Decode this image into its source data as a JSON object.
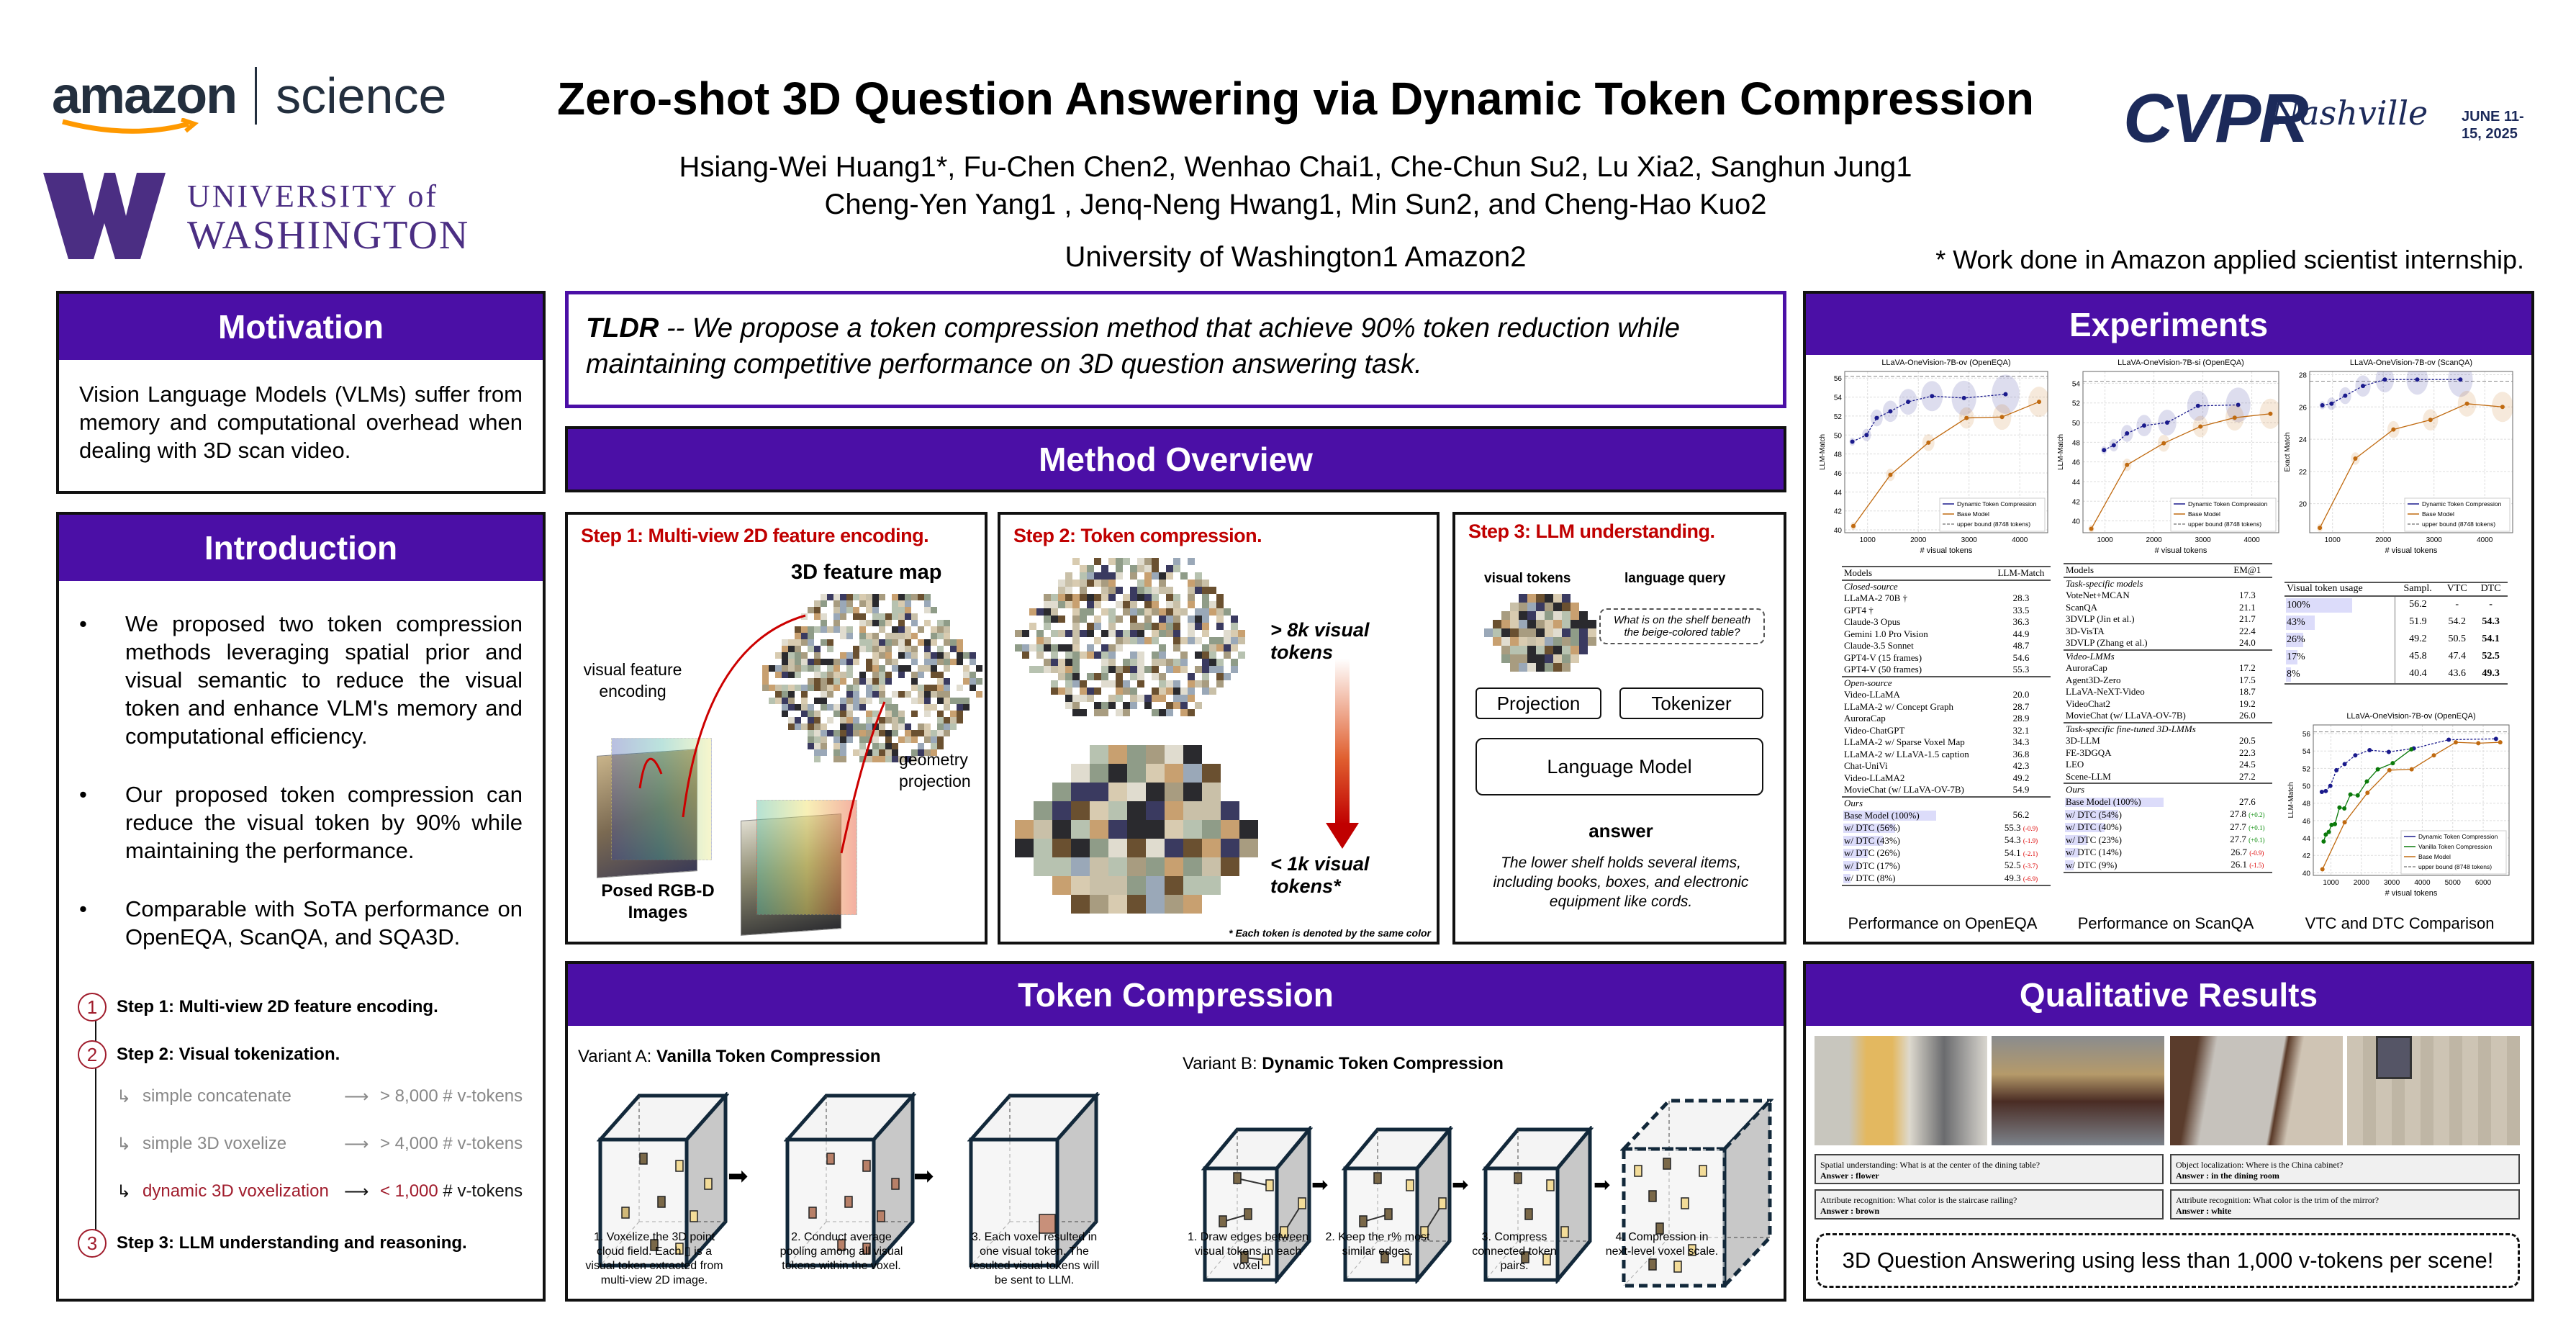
{
  "header": {
    "amazon_logo": "amazon",
    "science_logo": "science",
    "uw_logo_top": "UNIVERSITY of",
    "uw_logo_bottom": "WASHINGTON",
    "title": "Zero-shot 3D Question Answering via Dynamic Token Compression",
    "authors_line1": "Hsiang-Wei Huang1*, Fu-Chen Chen2, Wenhao Chai1, Che-Chun Su2, Lu Xia2, Sanghun Jung1",
    "authors_line2": "Cheng-Yen Yang1 , Jenq-Neng Hwang1, Min Sun2, and Cheng-Hao Kuo2",
    "affiliations": "University of Washington1 Amazon2",
    "footnote": "* Work done in Amazon applied scientist internship.",
    "cvpr_logo": "CVPR",
    "cvpr_city": "Nashville",
    "cvpr_dates": "JUNE 11-15, 2025"
  },
  "motivation": {
    "title": "Motivation",
    "text": "Vision Language Models (VLMs) suffer from memory and computational overhead when dealing with 3D scan video."
  },
  "introduction": {
    "title": "Introduction",
    "bullets": [
      "We proposed two token compression methods leveraging spatial prior and visual semantic to reduce the visual token and enhance VLM's memory and computational efficiency.",
      "Our proposed token compression can reduce the visual token by 90% while maintaining the performance.",
      "Comparable with SoTA performance on OpenEQA, ScanQA, and SQA3D."
    ],
    "steps": [
      {
        "num": "1",
        "label": "Step 1: Multi-view 2D feature encoding."
      },
      {
        "num": "2",
        "label": "Step 2: Visual tokenization."
      },
      {
        "num": "3",
        "label": "Step 3: LLM understanding and reasoning."
      }
    ],
    "substeps": [
      {
        "method": "simple concatenate",
        "count": "> 8,000",
        "unit": "# v-tokens"
      },
      {
        "method": "simple 3D voxelize",
        "count": "> 4,000",
        "unit": "# v-tokens"
      },
      {
        "method": "dynamic 3D voxelization",
        "count": "< 1,000",
        "unit": "# v-tokens"
      }
    ]
  },
  "tldr": {
    "label": "TLDR",
    "text": " -- We propose a token compression method that achieve 90% token reduction while maintaining competitive performance on 3D question answering task."
  },
  "method": {
    "title": "Method Overview",
    "step1": {
      "title": "Step 1: Multi-view 2D feature encoding.",
      "feature_map": "3D feature map",
      "encoding": "visual feature encoding",
      "projection": "geometry projection",
      "images": "Posed RGB-D Images"
    },
    "step2": {
      "title": "Step 2: Token compression.",
      "before": "> 8k visual tokens",
      "after": "< 1k visual tokens*",
      "note": "* Each token is denoted by the same color"
    },
    "step3": {
      "title": "Step 3: LLM understanding.",
      "visual_tokens": "visual tokens",
      "language_query": "language query",
      "query": "What is on the shelf beneath the beige-colored table?",
      "projection": "Projection",
      "tokenizer": "Tokenizer",
      "llm": "Language Model",
      "answer_label": "answer",
      "answer": "The lower shelf holds several items, including books, boxes, and electronic equipment like cords."
    }
  },
  "token_compression": {
    "title": "Token Compression",
    "variant_a": {
      "prefix": "Variant A: ",
      "name": "Vanilla Token Compression",
      "steps": [
        "1. Voxelize the 3D point cloud field. Each ▯ is a visual token extracted from multi-view 2D image.",
        "2. Conduct average pooling among all visual tokens within the voxel.",
        "3. Each voxel resulted in one visual token. The resulted visual tokens will be sent to LLM."
      ]
    },
    "variant_b": {
      "prefix": "Variant B: ",
      "name": "Dynamic Token Compression",
      "steps": [
        "1. Draw edges between visual tokens in each voxel.",
        "2. Keep the r% most similar edges.",
        "3. Compress connected token pairs.",
        "4. Compression in next-level voxel scale."
      ]
    }
  },
  "experiments": {
    "title": "Experiments",
    "captions": [
      "Performance on OpenEQA",
      "Performance on ScanQA",
      "VTC and DTC Comparison"
    ],
    "openeqa_table": {
      "headers": [
        "Models",
        "LLM-Match"
      ],
      "sections": [
        {
          "name": "Closed-source",
          "rows": [
            [
              "LLaMA-2 70B †",
              "28.3"
            ],
            [
              "GPT4 †",
              "33.5"
            ],
            [
              "Claude-3 Opus",
              "36.3"
            ],
            [
              "Gemini 1.0 Pro Vision",
              "44.9"
            ],
            [
              "Claude-3.5 Sonnet",
              "48.7"
            ],
            [
              "GPT4-V (15 frames)",
              "54.6"
            ],
            [
              "GPT4-V (50 frames)",
              "55.3"
            ]
          ]
        },
        {
          "name": "Open-source",
          "rows": [
            [
              "Video-LLaMA",
              "20.0"
            ],
            [
              "LLaMA-2 w/ Concept Graph",
              "28.7"
            ],
            [
              "AuroraCap",
              "28.9"
            ],
            [
              "Video-ChatGPT",
              "32.1"
            ],
            [
              "LLaMA-2 w/ Sparse Voxel Map",
              "34.3"
            ],
            [
              "LLaMA-2 w/ LLaVA-1.5 caption",
              "36.8"
            ],
            [
              "Chat-UniVi",
              "42.3"
            ],
            [
              "Video-LLaMA2",
              "49.2"
            ],
            [
              "MovieChat (w/ LLaVA-OV-7B)",
              "54.9"
            ]
          ]
        }
      ],
      "ours": [
        {
          "label": "Base Model (100%)",
          "usage": 100,
          "value": "56.2",
          "delta": ""
        },
        {
          "label": "w/ DTC (56%)",
          "usage": 56,
          "value": "55.3",
          "delta": "(-0.9)"
        },
        {
          "label": "w/ DTC (43%)",
          "usage": 43,
          "value": "54.3",
          "delta": "(-1.9)"
        },
        {
          "label": "w/ DTC (26%)",
          "usage": 26,
          "value": "54.1",
          "delta": "(-2.1)"
        },
        {
          "label": "w/ DTC (17%)",
          "usage": 17,
          "value": "52.5",
          "delta": "(-3.7)"
        },
        {
          "label": "w/ DTC (8%)",
          "usage": 8,
          "value": "49.3",
          "delta": "(-6.9)"
        }
      ]
    },
    "scanqa_table": {
      "headers": [
        "Models",
        "EM@1"
      ],
      "sections": [
        {
          "name": "Task-specific models",
          "rows": [
            [
              "VoteNet+MCAN",
              "17.3"
            ],
            [
              "ScanQA",
              "21.1"
            ],
            [
              "3DVLP (Jin et al.)",
              "21.7"
            ],
            [
              "3D-VisTA",
              "22.4"
            ],
            [
              "3DVLP (Zhang et al.)",
              "24.0"
            ]
          ]
        },
        {
          "name": "Video-LMMs",
          "rows": [
            [
              "AuroraCap",
              "17.2"
            ],
            [
              "Agent3D-Zero",
              "17.5"
            ],
            [
              "LLaVA-NeXT-Video",
              "18.7"
            ],
            [
              "VideoChat2",
              "19.2"
            ],
            [
              "MovieChat (w/ LLaVA-OV-7B)",
              "26.0"
            ]
          ]
        },
        {
          "name": "Task-specific fine-tuned 3D-LMMs",
          "rows": [
            [
              "3D-LLM",
              "20.5"
            ],
            [
              "FE-3DGQA",
              "22.3"
            ],
            [
              "LEO",
              "24.5"
            ],
            [
              "Scene-LLM",
              "27.2"
            ]
          ]
        }
      ],
      "ours": [
        {
          "label": "Base Model (100%)",
          "usage": 100,
          "value": "27.6",
          "delta": ""
        },
        {
          "label": "w/ DTC (54%)",
          "usage": 54,
          "value": "27.8",
          "delta": "(+0.2)"
        },
        {
          "label": "w/ DTC (40%)",
          "usage": 40,
          "value": "27.7",
          "delta": "(+0.1)"
        },
        {
          "label": "w/ DTC (23%)",
          "usage": 23,
          "value": "27.7",
          "delta": "(+0.1)"
        },
        {
          "label": "w/ DTC (14%)",
          "usage": 14,
          "value": "26.7",
          "delta": "(-0.9)"
        },
        {
          "label": "w/ DTC (9%)",
          "usage": 9,
          "value": "26.1",
          "delta": "(-1.5)"
        }
      ]
    },
    "usage_table": {
      "headers": [
        "Visual token usage",
        "Sampl.",
        "VTC",
        "DTC"
      ],
      "rows": [
        {
          "usage": "100%",
          "pct": 100,
          "sampl": "56.2",
          "vtc": "-",
          "dtc": "-"
        },
        {
          "usage": "43%",
          "pct": 43,
          "sampl": "51.9",
          "vtc": "54.2",
          "dtc": "54.3"
        },
        {
          "usage": "26%",
          "pct": 26,
          "sampl": "49.2",
          "vtc": "50.5",
          "dtc": "54.1"
        },
        {
          "usage": "17%",
          "pct": 17,
          "sampl": "45.8",
          "vtc": "47.4",
          "dtc": "52.5"
        },
        {
          "usage": "8%",
          "pct": 8,
          "sampl": "40.4",
          "vtc": "43.6",
          "dtc": "49.3"
        }
      ]
    }
  },
  "chart_data": [
    {
      "type": "line",
      "title": "LLaVA-OneVision-7B-ov (OpenEQA)",
      "xlabel": "# visual tokens",
      "ylabel": "LLM-Match",
      "xlim": [
        550,
        4550
      ],
      "ylim": [
        39.7,
        56.7
      ],
      "xticks": [
        1000,
        2000,
        3000,
        4000
      ],
      "yticks": [
        40,
        42,
        44,
        46,
        48,
        50,
        52,
        54,
        56
      ],
      "grid": true,
      "legend": "bottom-right",
      "upper_bound": {
        "name": "upper bound (8748 tokens)",
        "value": 56.2
      },
      "series": [
        {
          "name": "Dynamic Token Compression",
          "color": "#1a1a8c",
          "x": [
            700,
            980,
            1180,
            1450,
            1800,
            2270,
            2900,
            3720
          ],
          "y": [
            49.3,
            50.0,
            51.8,
            52.5,
            53.5,
            54.1,
            53.9,
            54.3
          ]
        },
        {
          "name": "Base Model",
          "color": "#c06a10",
          "x": [
            720,
            1450,
            2200,
            2950,
            3650,
            4380
          ],
          "y": [
            40.4,
            45.8,
            49.2,
            51.8,
            51.9,
            53.5
          ]
        }
      ]
    },
    {
      "type": "line",
      "title": "LLaVA-OneVision-7B-si (OpenEQA)",
      "xlabel": "# visual tokens",
      "ylabel": "LLM-Match",
      "xlim": [
        550,
        4550
      ],
      "ylim": [
        38.8,
        55.2
      ],
      "xticks": [
        1000,
        2000,
        3000,
        4000
      ],
      "yticks": [
        40,
        42,
        44,
        46,
        48,
        50,
        52,
        54
      ],
      "grid": true,
      "legend": "bottom-right",
      "upper_bound": {
        "name": "upper bound (8748 tokens)",
        "value": 54.2
      },
      "series": [
        {
          "name": "Dynamic Token Compression",
          "color": "#1a1a8c",
          "x": [
            980,
            1180,
            1450,
            1800,
            2270,
            2900,
            3720
          ],
          "y": [
            47.2,
            47.7,
            48.9,
            49.7,
            50.0,
            51.7,
            51.8
          ]
        },
        {
          "name": "Base Model",
          "color": "#c06a10",
          "x": [
            720,
            1450,
            2200,
            2950,
            3650,
            4380
          ],
          "y": [
            39.2,
            45.7,
            47.9,
            49.6,
            50.5,
            50.9
          ]
        }
      ]
    },
    {
      "type": "line",
      "title": "LLaVA-OneVision-7B-ov (ScanQA)",
      "xlabel": "# visual tokens",
      "ylabel": "Exact Match",
      "xlim": [
        550,
        4550
      ],
      "ylim": [
        18.2,
        28.2
      ],
      "xticks": [
        1000,
        2000,
        3000,
        4000
      ],
      "yticks": [
        20,
        22,
        24,
        26,
        28
      ],
      "grid": true,
      "legend": "bottom-right",
      "upper_bound": {
        "name": "upper bound (8748 tokens)",
        "value": 27.6
      },
      "series": [
        {
          "name": "Dynamic Token Compression",
          "color": "#1a1a8c",
          "x": [
            800,
            980,
            1250,
            1600,
            2030,
            2670,
            3520
          ],
          "y": [
            26.1,
            26.2,
            26.7,
            27.3,
            27.7,
            27.7,
            27.7
          ]
        },
        {
          "name": "Base Model",
          "color": "#c06a10",
          "x": [
            750,
            1450,
            2200,
            2930,
            3650,
            4350
          ],
          "y": [
            18.5,
            22.8,
            24.6,
            25.2,
            26.2,
            26.0
          ]
        }
      ]
    },
    {
      "type": "line",
      "title": "LLaVA-OneVision-7B-ov (OpenEQA)",
      "xlabel": "# visual tokens",
      "ylabel": "LLM-Match",
      "xlim": [
        420,
        6850
      ],
      "ylim": [
        39.7,
        57
      ],
      "xticks": [
        1000,
        2000,
        3000,
        4000,
        5000,
        6000
      ],
      "yticks": [
        40,
        42,
        44,
        46,
        48,
        50,
        52,
        54,
        56
      ],
      "grid": true,
      "legend": "bottom-right",
      "upper_bound": {
        "name": "upper bound (8748 tokens)",
        "value": 56.2
      },
      "series": [
        {
          "name": "Dynamic Token Compression",
          "color": "#1a1a8c",
          "x": [
            700,
            830,
            980,
            1180,
            1450,
            1800,
            2270,
            2900,
            3720,
            4870,
            6420
          ],
          "y": [
            49.3,
            49.4,
            50.0,
            51.8,
            52.5,
            53.5,
            54.1,
            53.9,
            54.3,
            55.3,
            55.4
          ]
        },
        {
          "name": "Vanilla Token Compression",
          "color": "#0a7a0a",
          "x": [
            760,
            830,
            930,
            1020,
            1130,
            1280,
            1440,
            1640,
            1880,
            2180,
            2540,
            3030,
            3640
          ],
          "y": [
            43.6,
            44.4,
            44.7,
            45.5,
            45.6,
            47.5,
            47.4,
            49.0,
            48.9,
            50.5,
            51.9,
            52.6,
            54.2
          ]
        },
        {
          "name": "Base Model",
          "color": "#c06a10",
          "x": [
            720,
            1450,
            2200,
            2920,
            3650,
            4380,
            5100,
            5840,
            6560
          ],
          "y": [
            40.4,
            45.8,
            49.2,
            51.8,
            51.9,
            53.5,
            55.0,
            54.9,
            55.0
          ]
        }
      ]
    }
  ],
  "qualitative": {
    "title": "Qualitative Results",
    "qa": [
      {
        "q": "Spatial understanding: What is at the center of the dining table?",
        "a": "Answer : flower"
      },
      {
        "q": "Object localization: Where is the China cabinet?",
        "a": "Answer : in the dining room"
      },
      {
        "q": "Attribute recognition: What color is the staircase railing?",
        "a": "Answer : brown"
      },
      {
        "q": "Attribute recognition: What color is the trim of the mirror?",
        "a": "Answer : white"
      }
    ],
    "summary": "3D Question Answering using less than 1,000 v-tokens per scene!"
  },
  "colors": {
    "accent": "#4B0FA6",
    "red": "#c00000",
    "uw_purple": "#4b2e83",
    "cvpr_navy": "#1c2a5a"
  }
}
